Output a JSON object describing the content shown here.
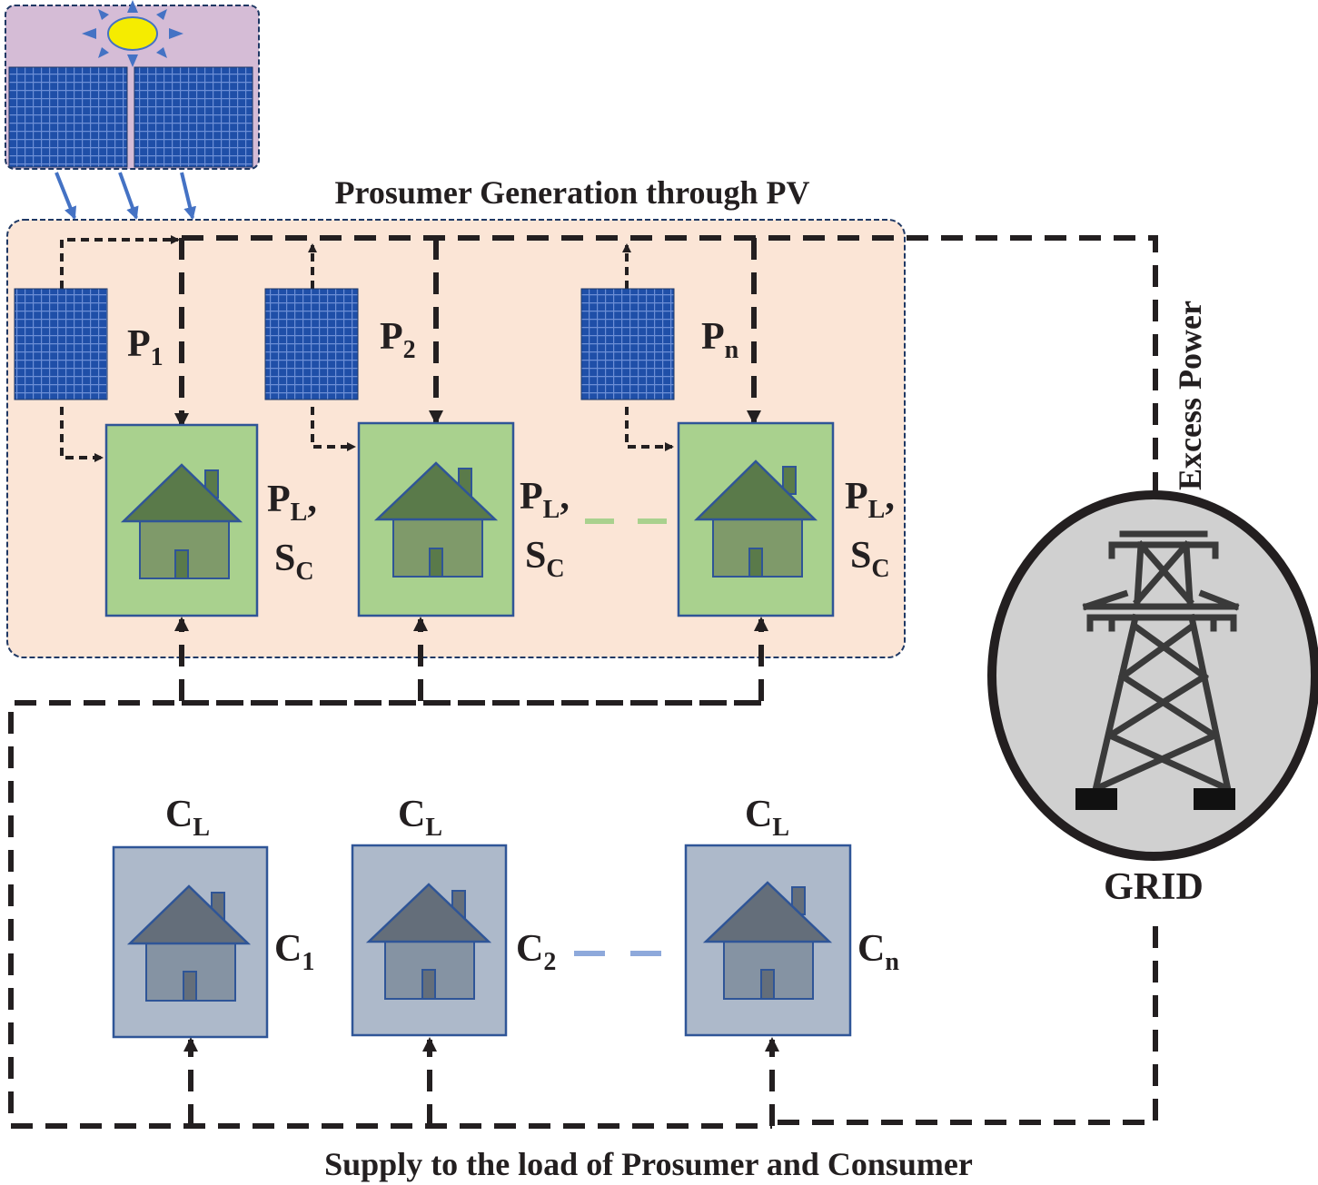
{
  "title": "Prosumer Generation through PV",
  "bottom_caption": "Supply to the load of Prosumer  and Consumer",
  "excess_label": "Excess Power",
  "grid_label": "GRID",
  "prosumers": [
    {
      "p_main": "P",
      "p_sub": "1",
      "pl_main": "P",
      "pl_sub": "L",
      "pl_comma": ",",
      "sc_main": "S",
      "sc_sub": "C"
    },
    {
      "p_main": "P",
      "p_sub": "2",
      "pl_main": "P",
      "pl_sub": "L",
      "pl_comma": ",",
      "sc_main": "S",
      "sc_sub": "C"
    },
    {
      "p_main": "P",
      "p_sub": "n",
      "pl_main": "P",
      "pl_sub": "L",
      "pl_comma": ",",
      "sc_main": "S",
      "sc_sub": "C"
    }
  ],
  "consumers": [
    {
      "top_main": "C",
      "top_sub": "L",
      "id_main": "C",
      "id_sub": "1"
    },
    {
      "top_main": "C",
      "top_sub": "L",
      "id_main": "C",
      "id_sub": "2"
    },
    {
      "top_main": "C",
      "top_sub": "L",
      "id_main": "C",
      "id_sub": "n"
    }
  ],
  "colors": {
    "prosumer_region": "#fbe5d6",
    "sky": "#d5bcd6",
    "pv_panel": "#1f4fa8",
    "prosumer_house_bg": "#a9d18e",
    "prosumer_house": "#5a7a4a",
    "consumer_house_bg": "#adb9ca",
    "consumer_house": "#646e7a",
    "grid_circle": "#d0d0d0",
    "line": "#231f20",
    "sun": "#f5ec00"
  }
}
